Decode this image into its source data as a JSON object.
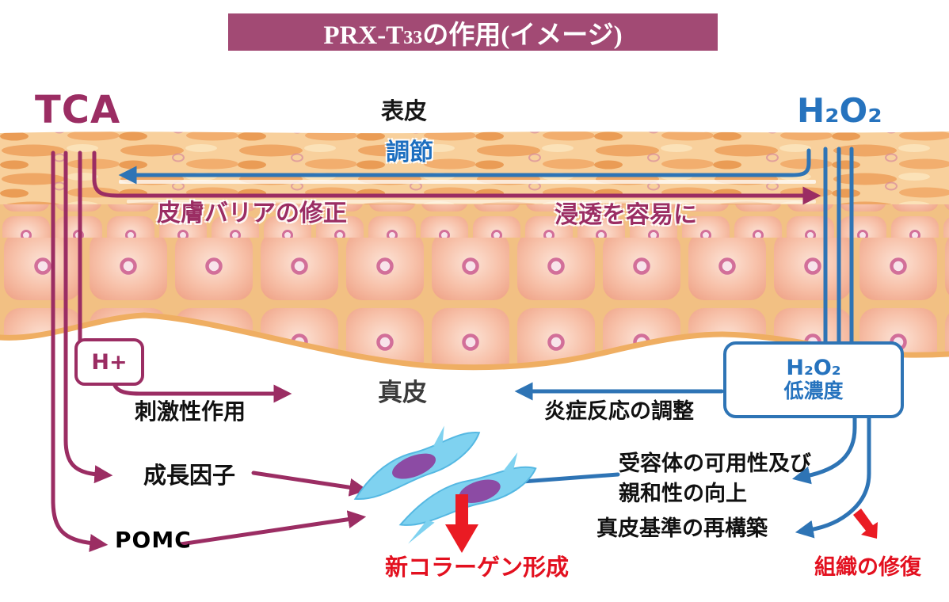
{
  "title": {
    "prefix": "PRX-T",
    "sub": "33",
    "suffix": "の作用(イメージ)"
  },
  "colors": {
    "maroon": "#9B2D63",
    "blue": "#2E74B5",
    "text_blue": "#1D6FC0",
    "red": "#E3101F",
    "banner_bg": "#A24A74",
    "skin_outline_tan": "#EFAE62",
    "fibroblast_blue": "#7FD2F0",
    "nucleus_purple": "#8C4BA4"
  },
  "labels": {
    "tca": "TCA",
    "h2o2": "H₂O₂",
    "epidermis": "表皮",
    "regulation": "調節",
    "barrier_fix": "皮膚バリアの修正",
    "penetration": "浸透を容易に",
    "h_plus": "H+",
    "irritant": "刺激性作用",
    "dermis": "真皮",
    "inflammation": "炎症反応の調整",
    "h2o2_low_line1": "H₂O₂",
    "h2o2_low_line2": "低濃度",
    "growth_factor": "成長因子",
    "pomc": "POMC",
    "receptor_line1": "受容体の可用性及び",
    "receptor_line2": "親和性の向上",
    "dermal_rebuild": "真皮基準の再構築",
    "new_collagen": "新コラーゲン形成",
    "tissue_repair": "組織の修復"
  }
}
